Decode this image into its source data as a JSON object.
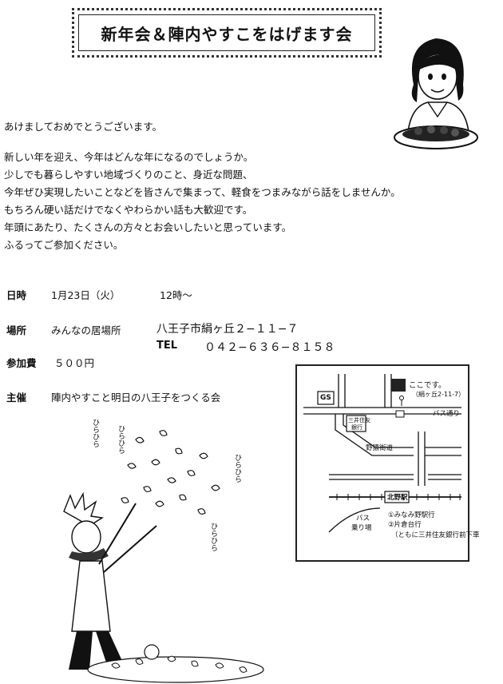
{
  "title": "新年会＆陣内やすこをはげます会",
  "greeting": "あけましておめでとうございます。",
  "paragraph": [
    "新しい年を迎え、今年はどんな年になるのでしょうか。",
    "少しでも暮らしやすい地域づくりのこと、身近な問題、",
    "今年ぜひ実現したいことなどを皆さんで集まって、軽食をつまみながら話をしませんか。",
    "もちろん硬い話だけでなくやわらかい話も大歓迎です。",
    "年頭にあたり、たくさんの方々とお会いしたいと思っています。",
    "ふるってご参加ください。"
  ],
  "details": {
    "date_label": "日時",
    "date_value": "1月23日（火）",
    "time_value": "12時〜",
    "place_label": "場所",
    "place_name": "みんなの居場所",
    "place_address": "八王子市絹ヶ丘２−１１−７",
    "tel_label": "TEL",
    "tel_value": "０４２−６３６−８１５８",
    "fee_label": "参加費",
    "fee_value": "５００円",
    "host_label": "主催",
    "host_value": "陣内やすこと明日の八王子をつくる会"
  },
  "map": {
    "gs": "GS",
    "here": "ここです。",
    "here_address": "（絹ヶ丘2-11-7）",
    "bank": [
      "三井住友",
      "銀行"
    ],
    "bus_street": "バス通り",
    "road": "野猿街道",
    "station": "北野駅",
    "bus_stop": [
      "バス",
      "乗り場"
    ],
    "route1": "①みなみ野駅行",
    "route2": "②片倉台行",
    "route_note": "（ともに三井住友銀行前下車"
  },
  "onomatopoeia": [
    "ひらひら",
    "ひらひら",
    "ひらひら",
    "ひらひら"
  ]
}
